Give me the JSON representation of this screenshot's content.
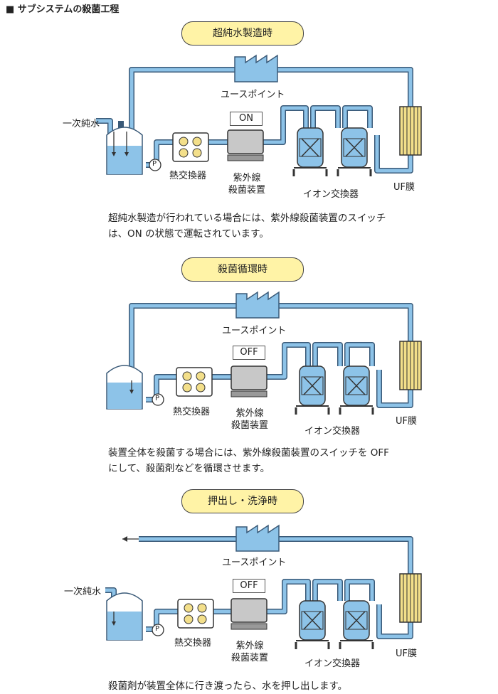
{
  "heading": "■ サブシステムの殺菌工程",
  "labels": {
    "use_point": "ユースポイント",
    "heat_exchanger": "熱交換器",
    "uv_line1": "紫外線",
    "uv_line2": "殺菌装置",
    "ion_exchanger": "イオン交換器",
    "uf_membrane": "UF膜",
    "primary_water": "一次純水",
    "pump": "P"
  },
  "panels": [
    {
      "title": "超純水製造時",
      "switch": "ON",
      "desc_line1": "超純水製造が行われている場合には、紫外線殺菌装置のスイッチ",
      "desc_line2": "は、ON の状態で運転されています。"
    },
    {
      "title": "殺菌循環時",
      "switch": "OFF",
      "desc_line1": "装置全体を殺菌する場合には、紫外線殺菌装置のスイッチを OFF",
      "desc_line2": "にして、殺菌剤などを循環させます。"
    },
    {
      "title": "押出し・洗浄時",
      "switch": "OFF",
      "desc_line1": "殺菌剤が装置全体に行き渡ったら、水を押し出します。",
      "desc_line2": ""
    }
  ],
  "colors": {
    "pipe": "#8dc3e8",
    "water": "#8dc3e8",
    "uf": "#f3df8a",
    "pill": "#fff3a6",
    "device": "#c8c8c8"
  }
}
